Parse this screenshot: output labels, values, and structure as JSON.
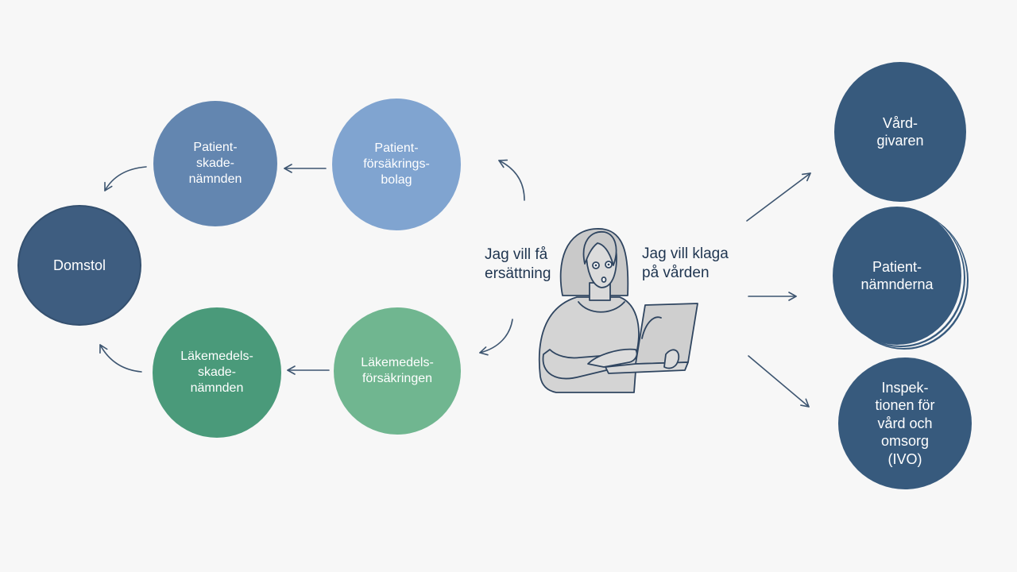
{
  "nodes": {
    "domstol": "Domstol",
    "patientskadenamnden": "Patient-\nskade-\nnämnden",
    "patientforsakringsbolag": "Patient-\nförsäkrings-\nbolag",
    "lakemedelsskadenamnden": "Läkemedels-\nskade-\nnämnden",
    "lakemedelsforsakringen": "Läkemedels-\nförsäkringen",
    "vardgivaren": "Vård-\ngivaren",
    "patientnamnderna": "Patient-\nnämnderna",
    "ivo": "Inspek-\ntionen för\nvård och\nomsorg\n(IVO)"
  },
  "labels": {
    "compensation": "Jag vill få\nersättning",
    "complaint": "Jag vill klaga\npå vården"
  },
  "colors": {
    "dark_blue": "#375a7d",
    "mid_blue": "#6386b0",
    "light_blue": "#80a4d0",
    "dark_green": "#4a9a7a",
    "light_green": "#70b690",
    "arrow": "#3d5570"
  },
  "icons": [
    "woman-with-laptop-illustration"
  ]
}
